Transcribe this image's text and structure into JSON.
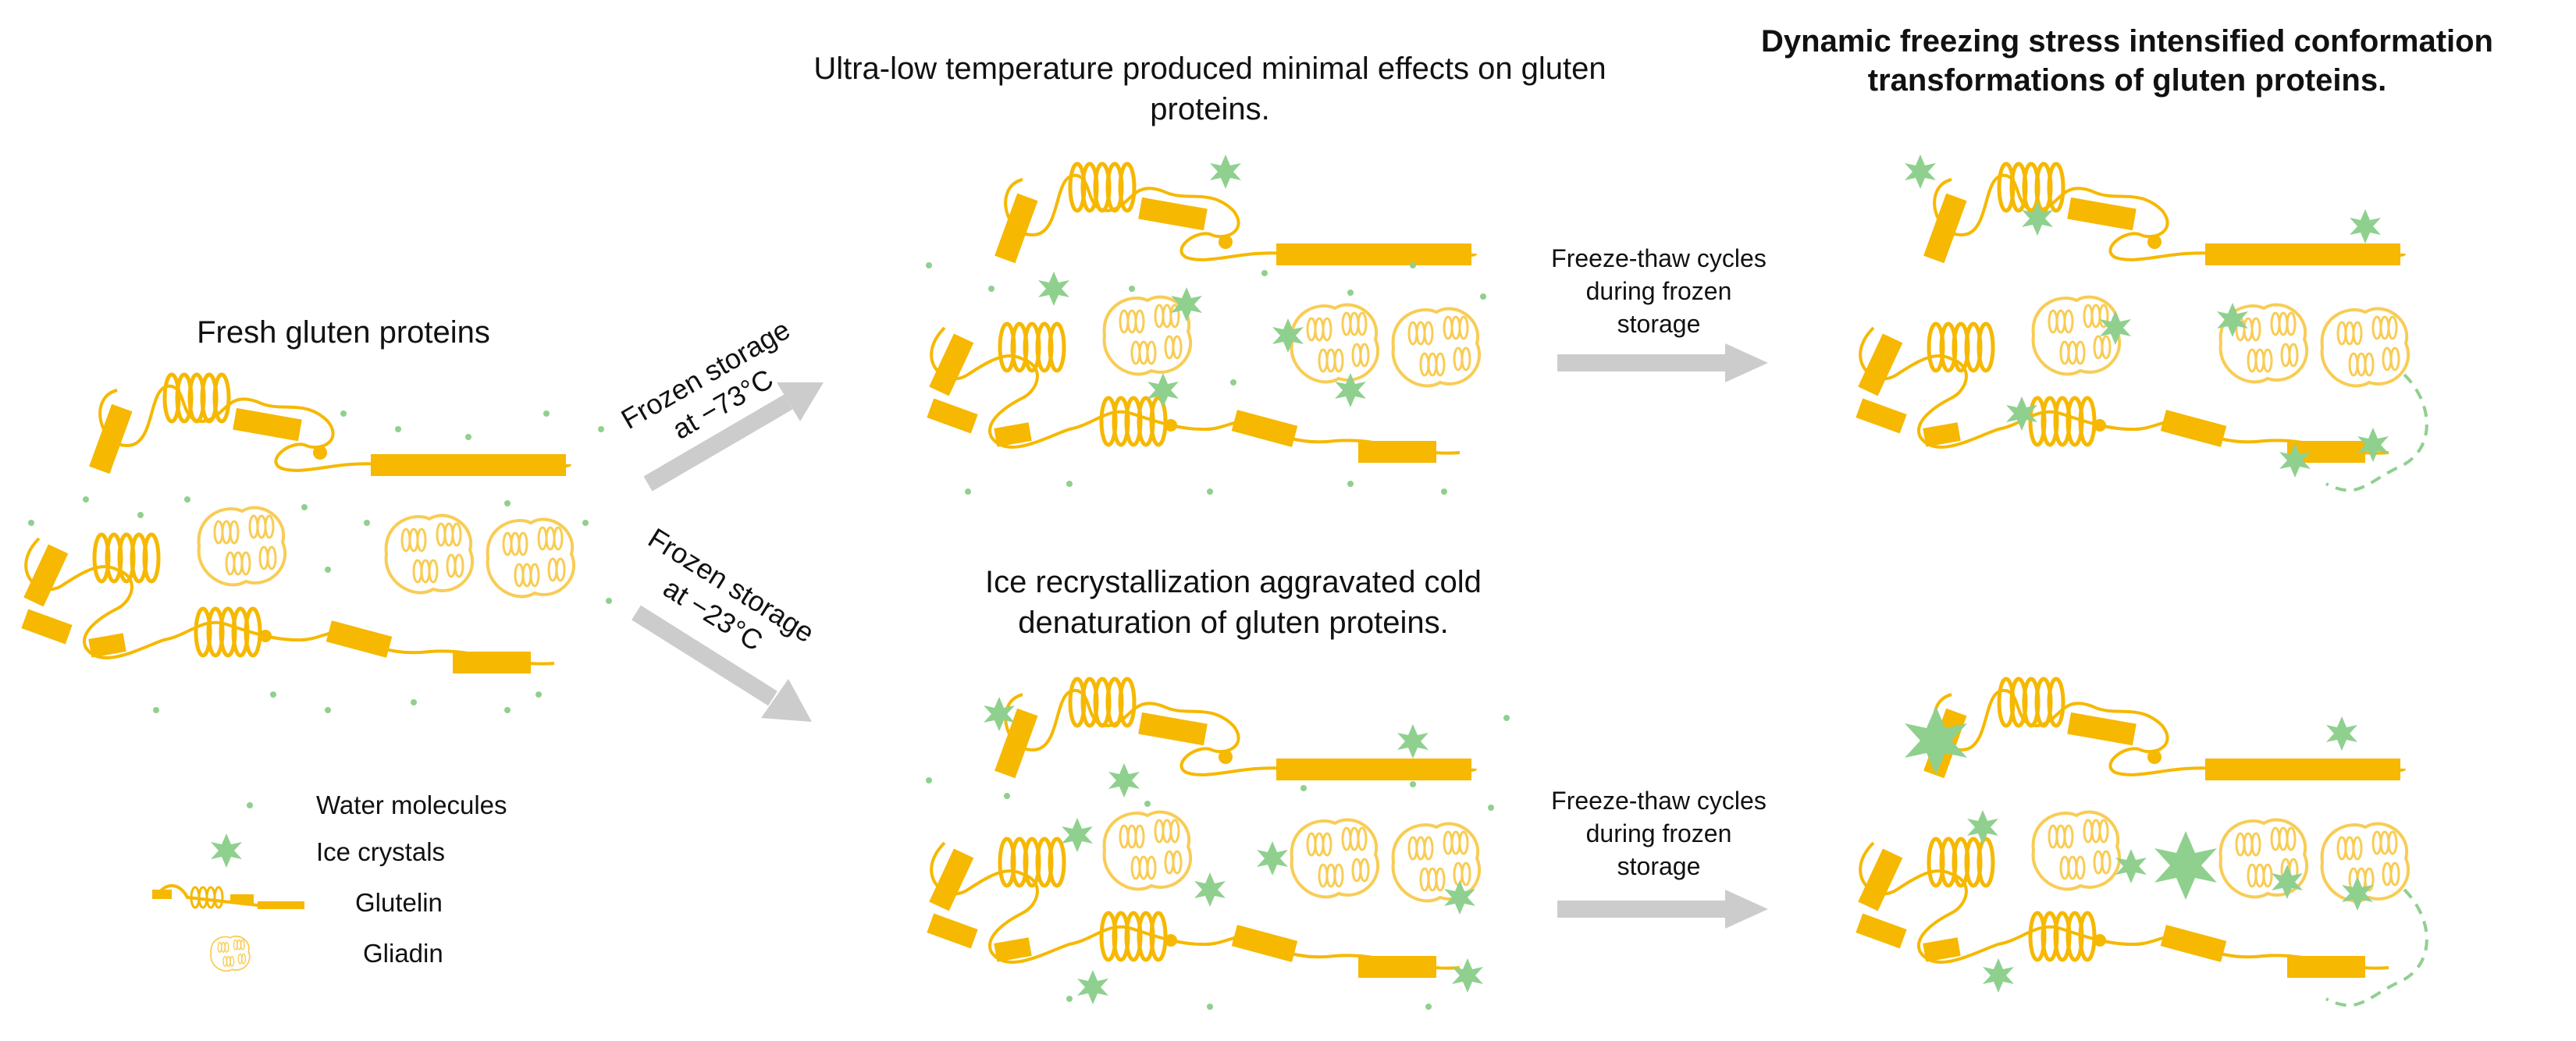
{
  "panels": {
    "fresh_title": "Fresh gluten proteins",
    "ultra_low_title": "Ultra-low temperature produced minimal effects on gluten proteins.",
    "recryst_title": "Ice recrystallization aggravated cold denaturation of gluten proteins.",
    "dynamic_title": "Dynamic freezing stress intensified conformation transformations of gluten proteins."
  },
  "arrows": {
    "storage_minus73_line1": "Frozen storage",
    "storage_minus73_line2": "at  −73°C",
    "storage_minus23_line1": "Frozen storage",
    "storage_minus23_line2": "at  −23°C",
    "freeze_thaw_line1": "Freeze-thaw cycles",
    "freeze_thaw_line2": "during frozen",
    "freeze_thaw_line3": "storage"
  },
  "legend": {
    "water": "Water molecules",
    "ice": "Ice crystals",
    "glutelin": "Glutelin",
    "gliadin": "Gliadin"
  },
  "colors": {
    "protein": "#f6b800",
    "gliadin": "#f8cc55",
    "water": "#8fd08f",
    "ice": "#8fd08f",
    "arrow": "#cccccc"
  }
}
